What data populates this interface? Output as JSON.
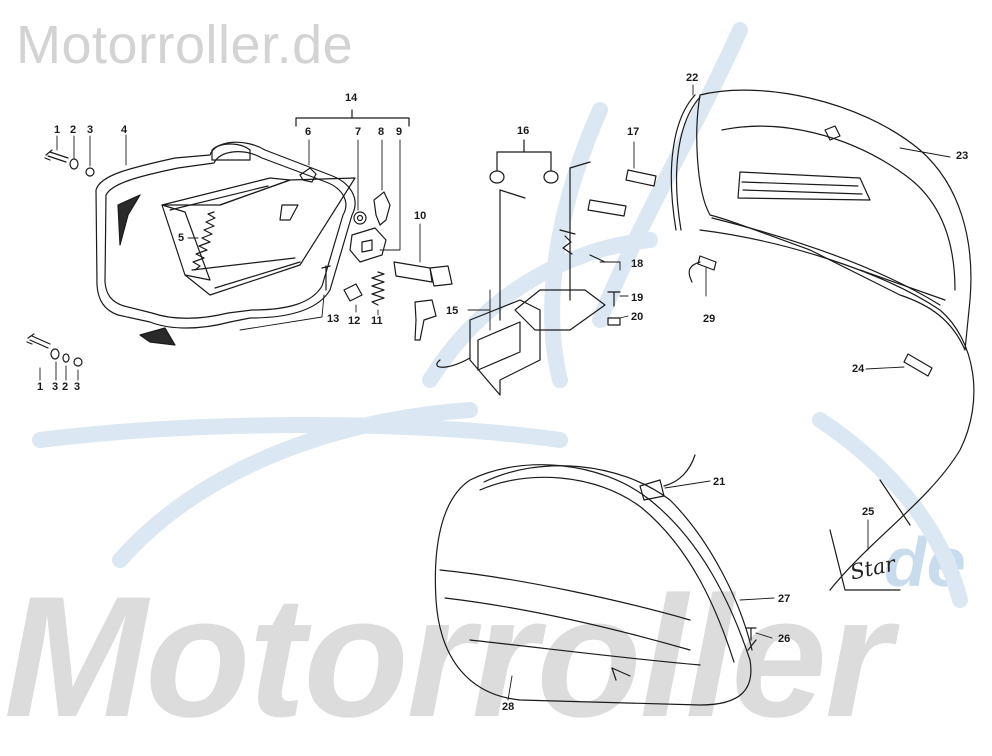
{
  "watermark": {
    "top_text": "Motorroller.de",
    "bottom_text": "Motorroller",
    "bottom_suffix": "de",
    "swirl_color": "#dbe7f3"
  },
  "brand_emblem": "Star",
  "part_labels": {
    "p1a": "1",
    "p2a": "2",
    "p3a": "3",
    "p4": "4",
    "p5": "5",
    "p14": "14",
    "p6": "6",
    "p7": "7",
    "p8": "8",
    "p9": "9",
    "p10": "10",
    "p11": "11",
    "p12": "12",
    "p13": "13",
    "p1b": "1",
    "p3b": "3",
    "p2b": "2",
    "p3c": "3",
    "p15": "15",
    "p16": "16",
    "p17": "17",
    "p18": "18",
    "p19": "19",
    "p20": "20",
    "p29": "29",
    "p22": "22",
    "p23": "23",
    "p24": "24",
    "p21": "21",
    "p25": "25",
    "p27": "27",
    "p26": "26",
    "p28": "28"
  }
}
